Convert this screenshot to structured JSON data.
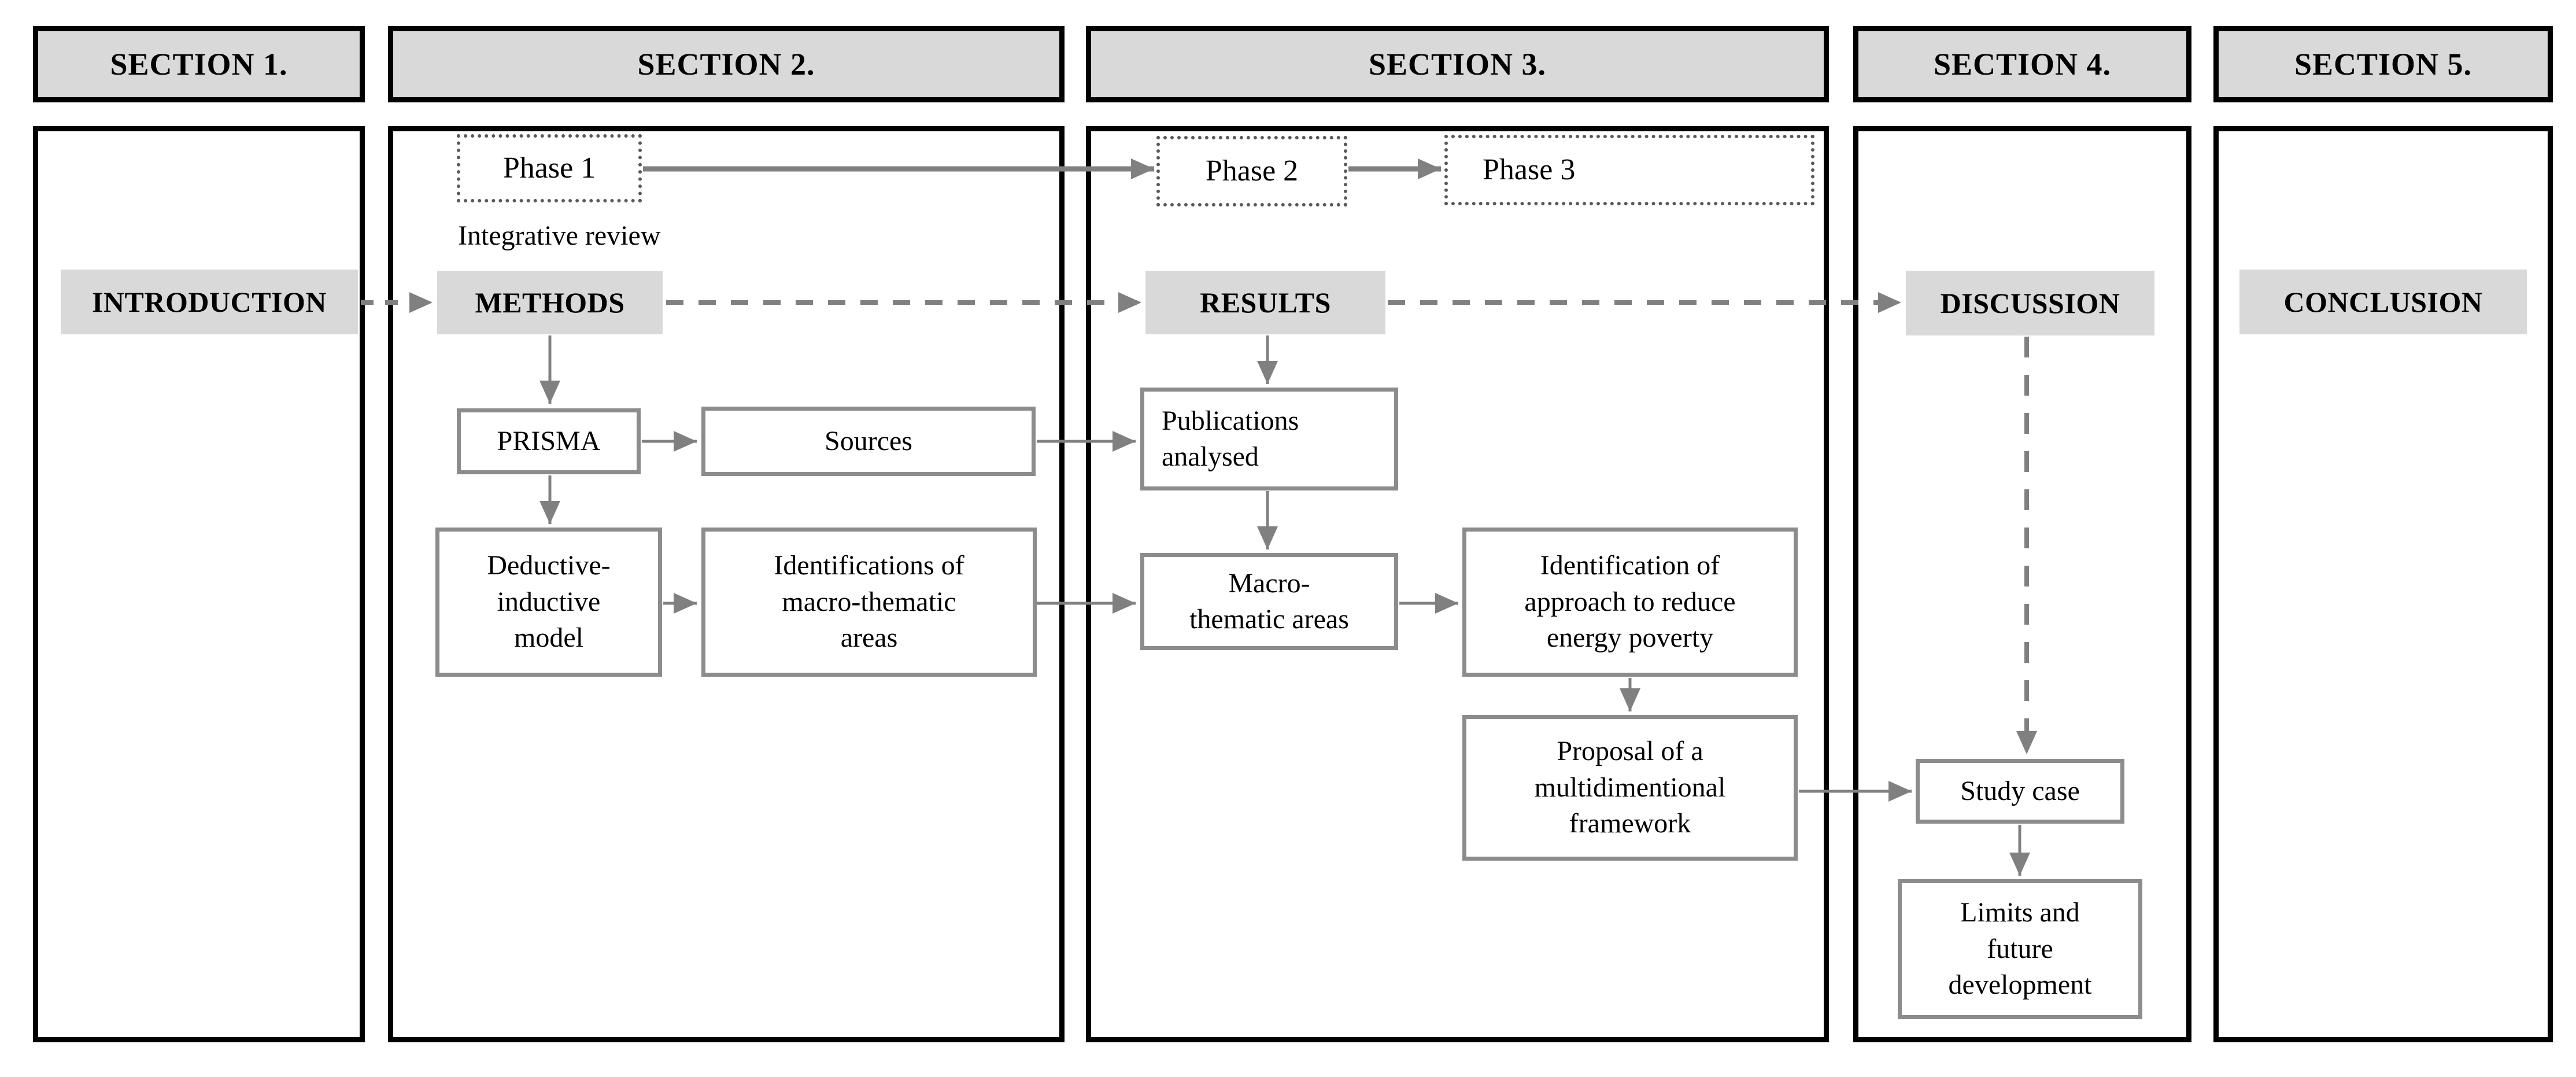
{
  "figure": {
    "type": "flow-diagram"
  },
  "sections": [
    {
      "header": "SECTION 1.",
      "main_label": "INTRODUCTION"
    },
    {
      "header": "SECTION 2.",
      "main_label": "METHODS"
    },
    {
      "header": "SECTION 3.",
      "main_label": "RESULTS"
    },
    {
      "header": "SECTION 4.",
      "main_label": "DISCUSSION"
    },
    {
      "header": "SECTION 5.",
      "main_label": "CONCLUSION"
    }
  ],
  "nodes": {
    "phase1": "Phase 1",
    "phase2": "Phase 2",
    "phase3": "Phase 3",
    "integrative_review": "Integrative review",
    "prisma": "PRISMA",
    "sources": "Sources",
    "publications_analysed": "Publications\nanalysed",
    "deductive_inductive_model": "Deductive-\ninductive\nmodel",
    "identifications_macro_thematic": "Identifications of\nmacro-thematic\nareas",
    "macro_thematic_areas": "Macro-\nthematic areas",
    "identification_approach": "Identification of\napproach to reduce\nenergy poverty",
    "proposal_framework": "Proposal of a\nmultidimentional\nframework",
    "study_case": "Study case",
    "limits_future": "Limits and\nfuture\ndevelopment"
  },
  "colors": {
    "background": "#ffffff",
    "section_fill": "#d9d9d9",
    "section_border": "#000000",
    "label_fill": "#d9d9d9",
    "node_border": "#8c8c8c",
    "dotted_border": "#595959",
    "arrow": "#808080",
    "text": "#000000"
  }
}
